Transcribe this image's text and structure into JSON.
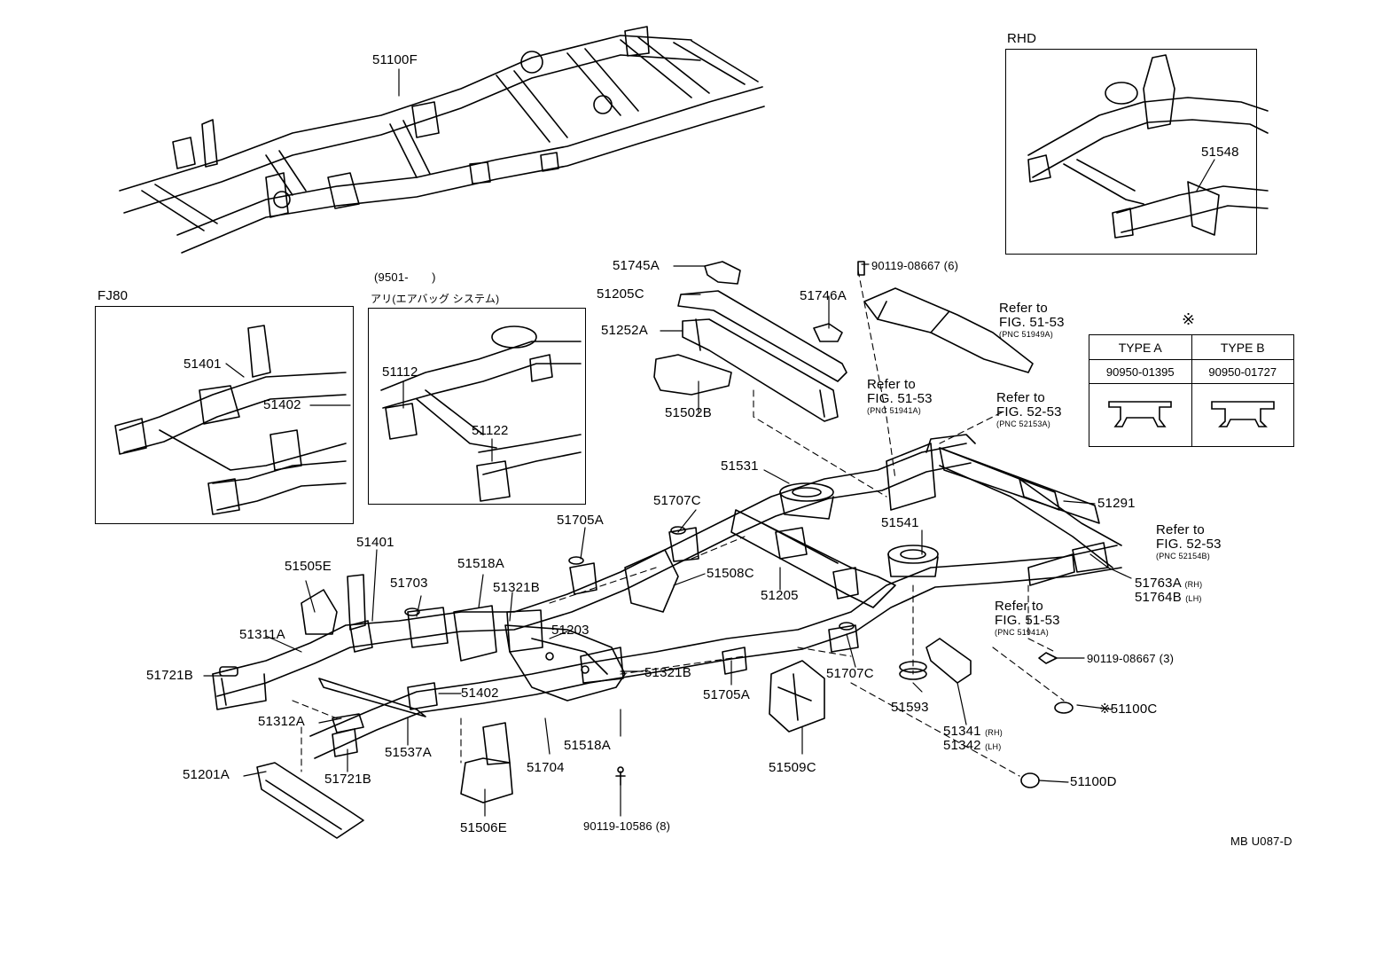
{
  "diagram_code": "MB U087-D",
  "insets": {
    "rhd": "RHD",
    "fj80": "FJ80",
    "airbag_period": "(9501-　　)",
    "airbag_note": "アリ(エアバッグ システム)"
  },
  "types_table": {
    "mark": "※",
    "type_a": "TYPE A",
    "type_b": "TYPE B",
    "part_a": "90950-01395",
    "part_b": "90950-01727"
  },
  "refs": {
    "r1": {
      "refer": "Refer  to",
      "fig": "FIG. 51-53",
      "pnc": "(PNC 51949A)"
    },
    "r2": {
      "refer": "Refer  to",
      "fig": "FIG. 51-53",
      "pnc": "(PNC 51941A)"
    },
    "r3": {
      "refer": "Refer  to",
      "fig": "FIG. 52-53",
      "pnc": "(PNC 52153A)"
    },
    "r4": {
      "refer": "Refer  to",
      "fig": "FIG. 52-53",
      "pnc": "(PNC 52154B)"
    },
    "r5": {
      "refer": "Refer  to",
      "fig": "FIG. 51-53",
      "pnc": "(PNC 51941A)"
    }
  },
  "parts": {
    "p51100F": "51100F",
    "p51548": "51548",
    "p51745A": "51745A",
    "p51205C": "51205C",
    "p51252A": "51252A",
    "p51502B": "51502B",
    "p51746A": "51746A",
    "p90119_08667_6": "90119-08667 (6)",
    "p51401_fj": "51401",
    "p51402_fj": "51402",
    "p51112": "51112",
    "p51122": "51122",
    "p51531": "51531",
    "p51291": "51291",
    "p51541": "51541",
    "p51707C_top": "51707C",
    "p51705A_top": "51705A",
    "p51508C": "51508C",
    "p51205": "51205",
    "p51763A": "51763A",
    "p51763A_side": "(RH)",
    "p51764B": "51764B",
    "p51764B_side": "(LH)",
    "p90119_08667_3": "90119-08667 (3)",
    "p51100C": "※51100C",
    "p51100D": "51100D",
    "p51505E": "51505E",
    "p51401": "51401",
    "p51703": "51703",
    "p51518A_top": "51518A",
    "p51321B_top": "51321B",
    "p51203": "51203",
    "p51311A": "51311A",
    "p51721B_left": "51721B",
    "p51402": "51402",
    "p51321B_bot": "51321B",
    "p51705A_bot": "51705A",
    "p51707C_bot": "51707C",
    "p51593": "51593",
    "p51341": "51341",
    "p51341_side": "(RH)",
    "p51342": "51342",
    "p51342_side": "(LH)",
    "p51312A": "51312A",
    "p51537A": "51537A",
    "p51721B_bot": "51721B",
    "p51704": "51704",
    "p51518A_bot": "51518A",
    "p51509C": "51509C",
    "p51201A": "51201A",
    "p51506E": "51506E",
    "p90119_10586": "90119-10586 (8)"
  }
}
